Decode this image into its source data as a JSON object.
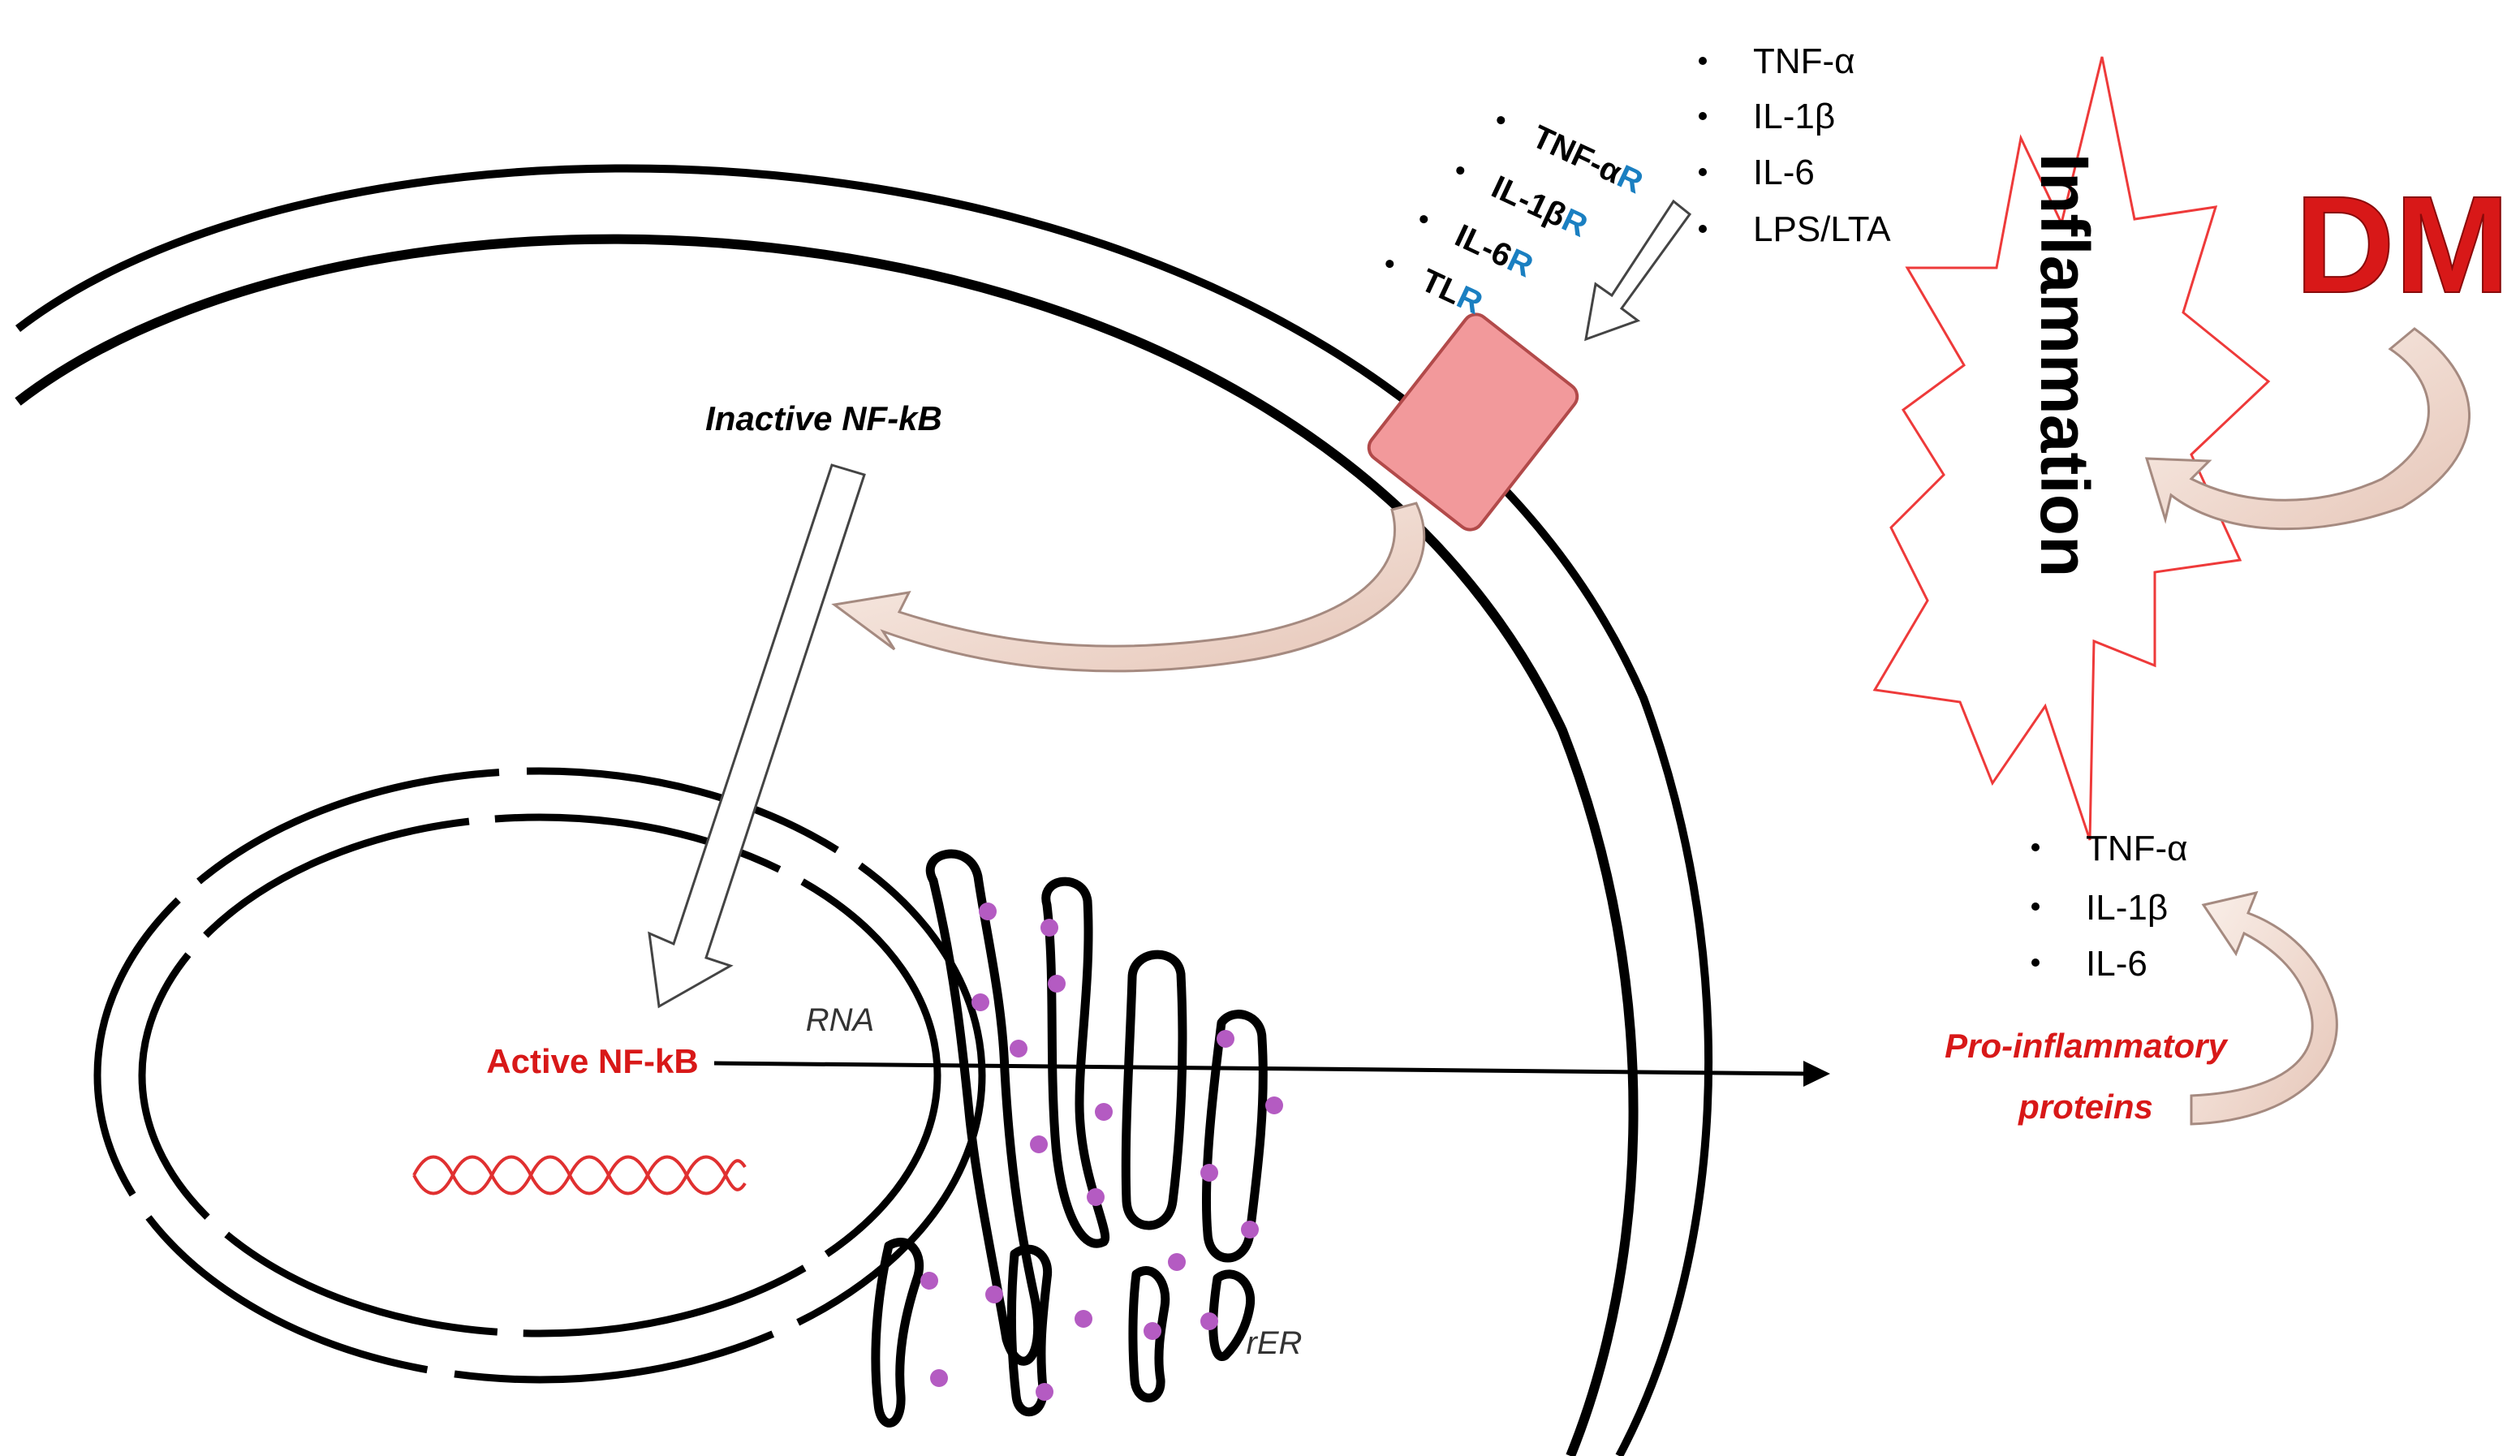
{
  "receptors": [
    {
      "prefix": "TNF-α",
      "suffix": "R"
    },
    {
      "prefix": "IL-1β",
      "suffix": "R"
    },
    {
      "prefix": "IL-6",
      "suffix": "R"
    },
    {
      "prefix": "TL",
      "suffix": "R"
    }
  ],
  "ligands": [
    "TNF-α",
    "IL-1β",
    "IL-6",
    "LPS/LTA"
  ],
  "secreted": [
    "TNF-α",
    "IL-1β",
    "IL-6"
  ],
  "labels": {
    "inflammation": "Inflammation",
    "dm": "DM",
    "inactive_nfkb": "Inactive NF-kB",
    "active_nfkb": "Active NF-kB",
    "rna": "RNA",
    "rer": "rER",
    "proinflammatory_line1": "Pro-inflammatory",
    "proinflammatory_line2": "proteins"
  },
  "colors": {
    "red": "#d81818",
    "receptor_blue": "#1a7fc1",
    "receptor_fill": "#f2999b",
    "receptor_stroke": "#b24a4a",
    "ribosome": "#b45bc2",
    "curved_arrow_fill": "#f3ddd3",
    "curved_arrow_stroke": "#a58a80",
    "explosion_stroke": "#ee3a3a",
    "dna": "#e03030"
  }
}
